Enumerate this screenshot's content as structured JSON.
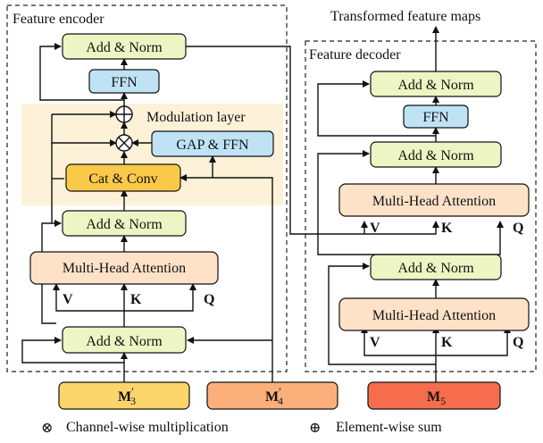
{
  "title": "Transformed feature maps",
  "encoder": {
    "title": "Feature encoder",
    "add_norm_top": "Add & Norm",
    "ffn": "FFN",
    "modulation_title": "Modulation layer",
    "gap_ffn": "GAP & FFN",
    "cat_conv": "Cat & Conv",
    "add_norm_mid": "Add & Norm",
    "mha": "Multi-Head Attention",
    "add_norm_bottom": "Add & Norm",
    "v_label": "V",
    "k_label": "K",
    "q_label": "Q"
  },
  "decoder": {
    "title": "Feature decoder",
    "add_norm_top": "Add & Norm",
    "ffn": "FFN",
    "add_norm_2": "Add & Norm",
    "mha_top": "Multi-Head Attention",
    "add_norm_3": "Add & Norm",
    "mha_bottom": "Multi-Head Attention",
    "v_top": "V",
    "k_top": "K",
    "q_top": "Q",
    "v_bottom": "V",
    "k_bottom": "K",
    "q_bottom": "Q"
  },
  "inputs": {
    "m3": "M",
    "m3_sub": "3",
    "m4": "M",
    "m4_sub": "4",
    "m5": "M",
    "m5_sub": "5",
    "prime": "′"
  },
  "legend": {
    "channel_symbol": "⊗",
    "channel_text": "Channel-wise multiplication",
    "sum_symbol": "⊕",
    "sum_text": "Element-wise sum"
  },
  "colors": {
    "add_norm": "#eef5c4",
    "ffn": "#bfe3f5",
    "attention": "#fde2c8",
    "cat_conv": "#fbc94a",
    "modulation_bg": "#fdf1d8",
    "m3": "#fcd56a",
    "m4": "#fbb07b",
    "m5": "#f56d4c"
  }
}
